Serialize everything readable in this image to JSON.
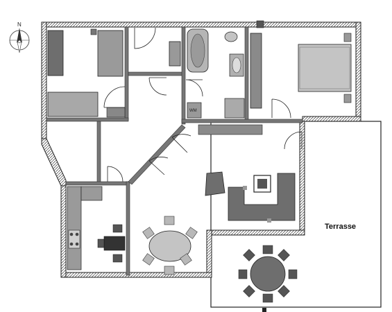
{
  "plan": {
    "compass_letter": "N",
    "terrace_label": "Terrasse",
    "washer_label": "WM"
  },
  "colors": {
    "wall": "#8a8a8a",
    "furniture_dark": "#6e6e6e",
    "furniture_mid": "#9a9a9a",
    "furniture_light": "#c4c4c4",
    "floor": "#ffffff",
    "line": "#222222"
  },
  "icons": [
    "compass-icon",
    "door-swing-icon"
  ]
}
